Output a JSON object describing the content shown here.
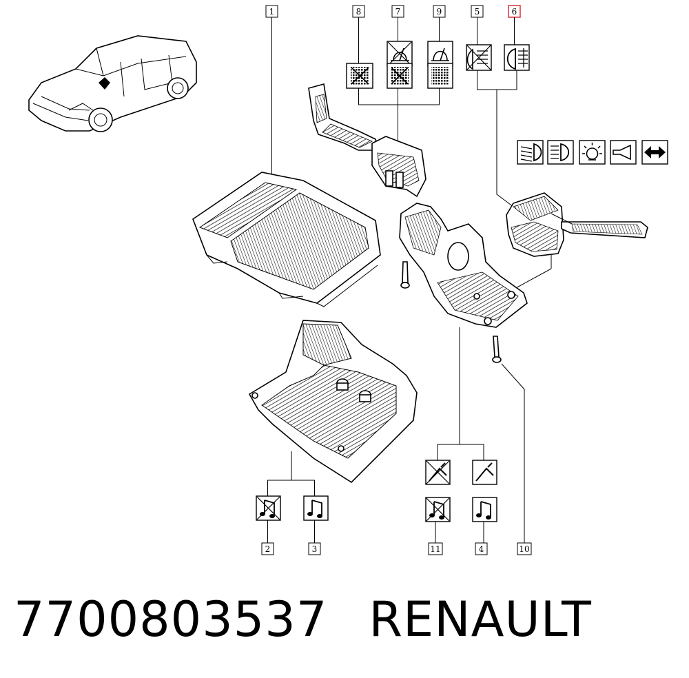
{
  "callouts": {
    "c1": "1",
    "c2": "2",
    "c3": "3",
    "c4": "4",
    "c5": "5",
    "c6": "6",
    "c7": "7",
    "c8": "8",
    "c9": "9",
    "c10": "10",
    "c11": "11"
  },
  "highlighted_callout": "6",
  "colors": {
    "highlight": "#d9313a",
    "ink": "#000000"
  },
  "footer": {
    "part_number": "7700803537",
    "brand": "RENAULT"
  }
}
